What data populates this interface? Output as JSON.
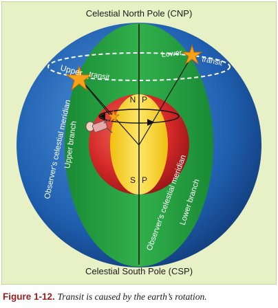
{
  "diagram": {
    "top_label": "Celestial North Pole (CNP)",
    "bottom_label": "Celestial South Pole (CSP)",
    "upper_word": "Upper",
    "upper_transit_word": "transit",
    "lower_word": "Lower",
    "lower_transit_word": "transit",
    "north_pole_n": "N",
    "north_pole_p": "P",
    "south_pole_s": "S",
    "south_pole_p": "P",
    "upper_meridian_label": "Observer's celestial meridian",
    "upper_branch_label": "Upper branch",
    "lower_meridian_label": "Observer's celestial meridian",
    "lower_branch_label": "Lower branch",
    "icons": [
      "upper-transit-star-icon",
      "lower-transit-star-icon",
      "observer-figure-icon",
      "rotation-arrow-icon"
    ],
    "colors": {
      "sphere_blue": "#1f5fb0",
      "meridian_green": "#1f9a3a",
      "earth_red": "#cc2222",
      "earth_yellow": "#f4d21e",
      "star_orange": "#f7a21a",
      "background": "#e8f1c6",
      "figure_label": "#9b1c1c"
    }
  },
  "caption": {
    "figure_label": "Figure 1-12.",
    "text": "Transit is caused by the earth’s rotation."
  }
}
